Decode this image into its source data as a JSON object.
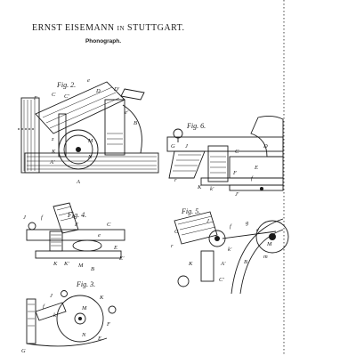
{
  "header": {
    "patentee_name": "ERNST EISEMANN",
    "connector": "IN",
    "city": "STUTTGART.",
    "subject": "Phonograph."
  },
  "figures": [
    {
      "name": "fig-2",
      "caption": "Fig. 2.",
      "labels": [
        "F",
        "C",
        "e",
        "C'",
        "D",
        "D'",
        "B",
        "e'",
        "z",
        "M",
        "N",
        "K",
        "A'",
        "A"
      ]
    },
    {
      "name": "fig-6",
      "caption": "Fig. 6.",
      "labels": [
        "G",
        "J",
        "C",
        "D",
        "E",
        "F",
        "K",
        "k'",
        "J'",
        "f",
        "r"
      ]
    },
    {
      "name": "fig-4",
      "caption": "Fig. 4.",
      "labels": [
        "J",
        "f",
        "F",
        "C",
        "e",
        "K",
        "K'",
        "M",
        "B",
        "E",
        "E'"
      ]
    },
    {
      "name": "fig-5",
      "caption": "Fig. 5.",
      "labels": [
        "G",
        "r",
        "J",
        "f",
        "g",
        "e",
        "k'",
        "M",
        "m",
        "K",
        "A'",
        "B",
        "C'"
      ]
    },
    {
      "name": "fig-3",
      "caption": "Fig. 3.",
      "labels": [
        "J",
        "f",
        "k",
        "K",
        "F",
        "E",
        "M",
        "N",
        "G"
      ]
    }
  ]
}
